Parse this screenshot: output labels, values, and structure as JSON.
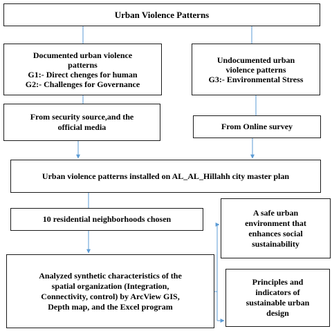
{
  "title": "Urban Violence Patterns",
  "documented": {
    "line1": "Documented urban violence",
    "line2": "patterns",
    "g1": "G1:- Direct chenges for human",
    "g2": "G2:- Challenges for Governance"
  },
  "undocumented": {
    "line1": "Undocumented urban",
    "line2": "violence patterns",
    "g3": "G3:- Environmental Stress"
  },
  "security_source": {
    "line1": "From security source,and  the",
    "line2": "official media"
  },
  "online_survey": "From Online survey",
  "master_plan": "Urban violence patterns installed on AL_AL_Hillahh city master plan",
  "neighborhoods": "10 residential neighborhoods chosen",
  "safe_env": {
    "line1": "A safe urban",
    "line2": "environment that",
    "line3": "enhances social",
    "line4": "sustainability"
  },
  "analysis": {
    "line1": "Analyzed synthetic characteristics  of the",
    "line2": "spatial organization (Integration,",
    "line3": "Connectivity, control) by ArcView GIS,",
    "line4": "Depth map, and the Excel program"
  },
  "principles": {
    "line1": "Principles and",
    "line2": "indicators of",
    "line3": "sustainable urban",
    "line4": "design"
  },
  "colors": {
    "connector": "#5b9bd5",
    "border": "#1a1a1a"
  }
}
